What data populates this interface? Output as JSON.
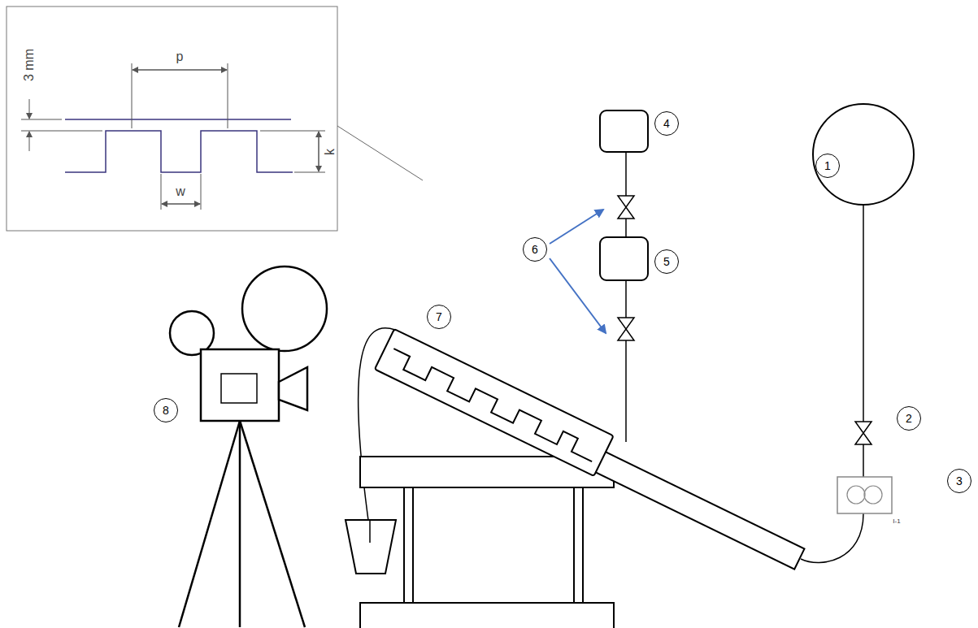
{
  "diagram": {
    "labels": [
      "3 mm",
      "p",
      "k",
      "w",
      "1",
      "2",
      "3",
      "4",
      "5",
      "6",
      "7",
      "8",
      "I-1"
    ]
  }
}
